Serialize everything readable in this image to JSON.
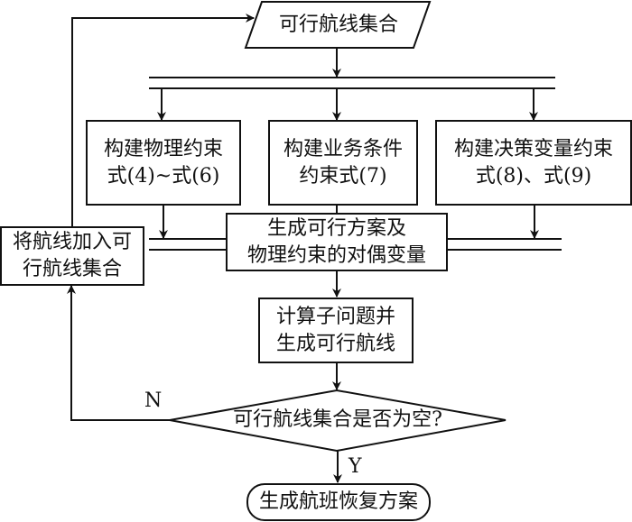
{
  "diagram": {
    "type": "flowchart",
    "nodes": {
      "input": {
        "shape": "parallelogram",
        "text": "可行航线集合"
      },
      "physical": {
        "shape": "rectangle",
        "text": "构建物理约束\n式(4)~式(6)"
      },
      "business": {
        "shape": "rectangle",
        "text": "构建业务条件\n约束式(7)"
      },
      "decision_var": {
        "shape": "rectangle",
        "text": "构建决策变量约束\n式(8)、式(9)"
      },
      "generate": {
        "shape": "rectangle",
        "text": "生成可行方案及\n物理约束的对偶变量"
      },
      "subproblem": {
        "shape": "rectangle",
        "text": "计算子问题并\n生成可行航线"
      },
      "check": {
        "shape": "diamond",
        "text": "可行航线集合是否为空?"
      },
      "add_route": {
        "shape": "rectangle",
        "text": "将航线加入可\n行航线集合"
      },
      "output": {
        "shape": "rounded-terminal",
        "text": "生成航班恢复方案"
      }
    },
    "edge_labels": {
      "no": "N",
      "yes": "Y"
    },
    "edges": [
      {
        "from": "input",
        "to": "fork"
      },
      {
        "from": "fork",
        "to": "physical"
      },
      {
        "from": "fork",
        "to": "business"
      },
      {
        "from": "fork",
        "to": "decision_var"
      },
      {
        "from": "physical",
        "to": "join"
      },
      {
        "from": "business",
        "to": "join"
      },
      {
        "from": "decision_var",
        "to": "join"
      },
      {
        "from": "join",
        "to": "generate"
      },
      {
        "from": "generate",
        "to": "subproblem"
      },
      {
        "from": "subproblem",
        "to": "check"
      },
      {
        "from": "check",
        "to": "add_route",
        "label": "N"
      },
      {
        "from": "check",
        "to": "output",
        "label": "Y"
      },
      {
        "from": "add_route",
        "to": "input"
      }
    ],
    "colors": {
      "stroke": "#111111",
      "fill": "#ffffff"
    }
  }
}
